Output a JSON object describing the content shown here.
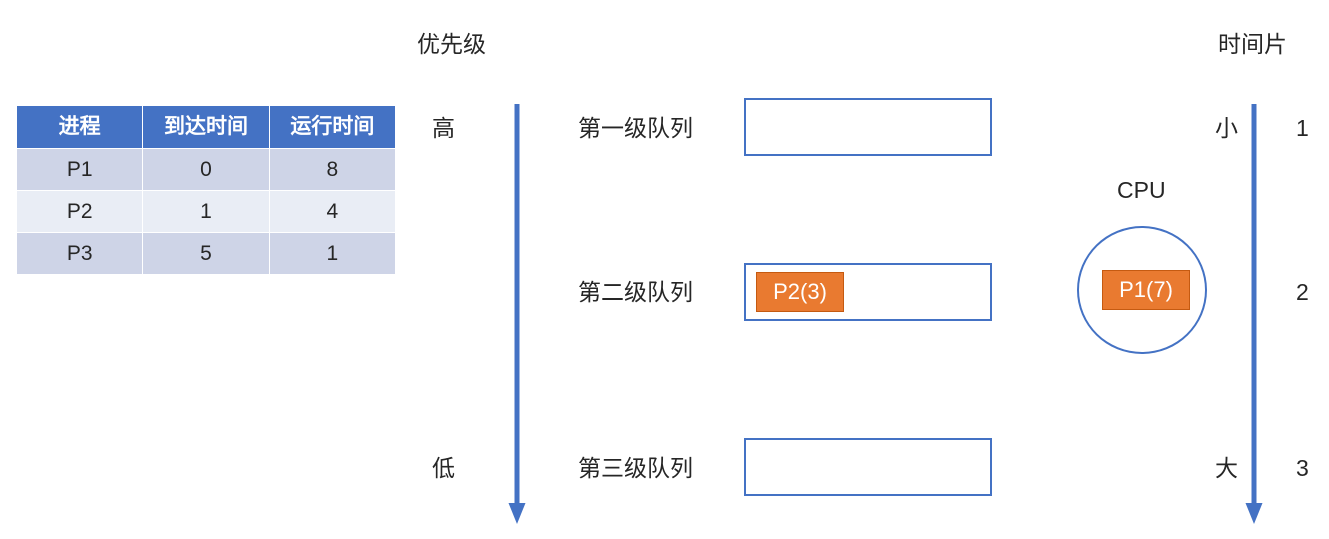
{
  "table": {
    "headers": [
      "进程",
      "到达时间",
      "运行时间"
    ],
    "rows": [
      [
        "P1",
        "0",
        "8"
      ],
      [
        "P2",
        "1",
        "4"
      ],
      [
        "P3",
        "5",
        "1"
      ]
    ]
  },
  "titles": {
    "priority": "优先级",
    "timeslice": "时间片"
  },
  "priority_axis": {
    "high": "高",
    "low": "低"
  },
  "timeslice_axis": {
    "small": "小",
    "large": "大",
    "values": [
      "1",
      "2",
      "3"
    ]
  },
  "queues": [
    {
      "label": "第一级队列",
      "process": ""
    },
    {
      "label": "第二级队列",
      "process": "P2(3)"
    },
    {
      "label": "第三级队列",
      "process": ""
    }
  ],
  "cpu": {
    "label": "CPU",
    "running_process": "P1(7)"
  },
  "colors": {
    "header_blue": "#4472C4",
    "row_dark": "#CED4E7",
    "row_light": "#E9EDF5",
    "accent_orange": "#E97A30",
    "orange_border": "#C55A11",
    "arrow_blue": "#4472C4",
    "text": "#262626"
  }
}
